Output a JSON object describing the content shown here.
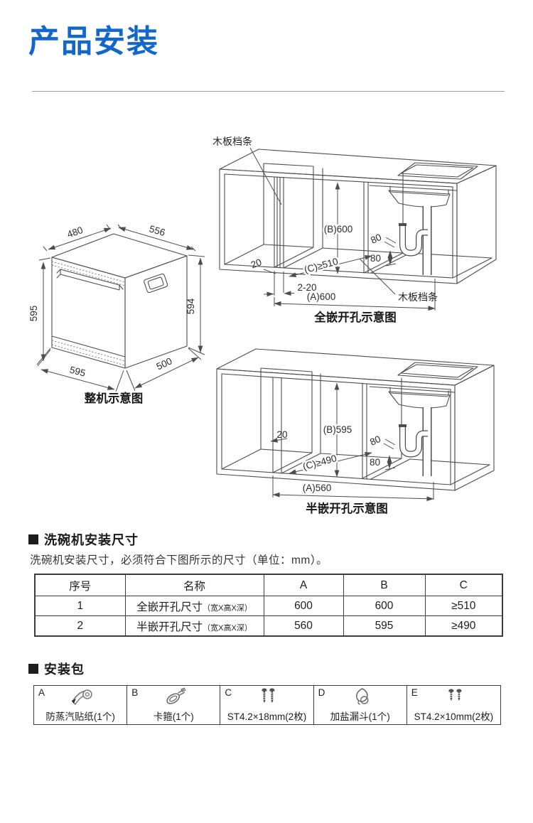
{
  "page": {
    "title": "产品安装"
  },
  "colors": {
    "accent": "#1267cd",
    "line": "#4d4d4d"
  },
  "machine": {
    "caption": "整机示意图",
    "dim_top_left": "480",
    "dim_top_right": "556",
    "dim_left": "595",
    "dim_right": "594",
    "dim_bottom_left": "595",
    "dim_bottom_right": "500"
  },
  "full_embed": {
    "caption": "全嵌开孔示意图",
    "batten_top": "木板档条",
    "batten_bottom": "木板档条",
    "dim_b": "(B)600",
    "dim_c": "(C)≥510",
    "dim_gap": "20",
    "dim_range": "2-20",
    "dim_a": "(A)600",
    "dim_80a": "80",
    "dim_80b": "80"
  },
  "half_embed": {
    "caption": "半嵌开孔示意图",
    "dim_b": "(B)595",
    "dim_c": "(C)≥490",
    "dim_gap": "20",
    "dim_a": "(A)560",
    "dim_80a": "80",
    "dim_80b": "80"
  },
  "size_section": {
    "heading": "洗碗机安装尺寸",
    "note": "洗碗机安装尺寸，必须符合下图所示的尺寸（单位：mm）。",
    "table_headers": [
      "序号",
      "名称",
      "A",
      "B",
      "C"
    ],
    "table_rows": [
      {
        "no": "1",
        "name": "全嵌开孔尺寸",
        "name_sub": "（宽X高X深）",
        "a": "600",
        "b": "600",
        "c": "≥510"
      },
      {
        "no": "2",
        "name": "半嵌开孔尺寸",
        "name_sub": "（宽X高X深）",
        "a": "560",
        "b": "595",
        "c": "≥490"
      }
    ]
  },
  "package_section": {
    "heading": "安装包",
    "items": [
      {
        "key": "A",
        "label": "防蒸汽贴纸(1个)",
        "icon": "sticker-roll-icon"
      },
      {
        "key": "B",
        "label": "卡箍(1个)",
        "icon": "clamp-icon"
      },
      {
        "key": "C",
        "label": "ST4.2×18mm(2枚)",
        "icon": "screws-long-icon"
      },
      {
        "key": "D",
        "label": "加盐漏斗(1个)",
        "icon": "funnel-icon"
      },
      {
        "key": "E",
        "label": "ST4.2×10mm(2枚)",
        "icon": "screws-short-icon"
      }
    ]
  }
}
